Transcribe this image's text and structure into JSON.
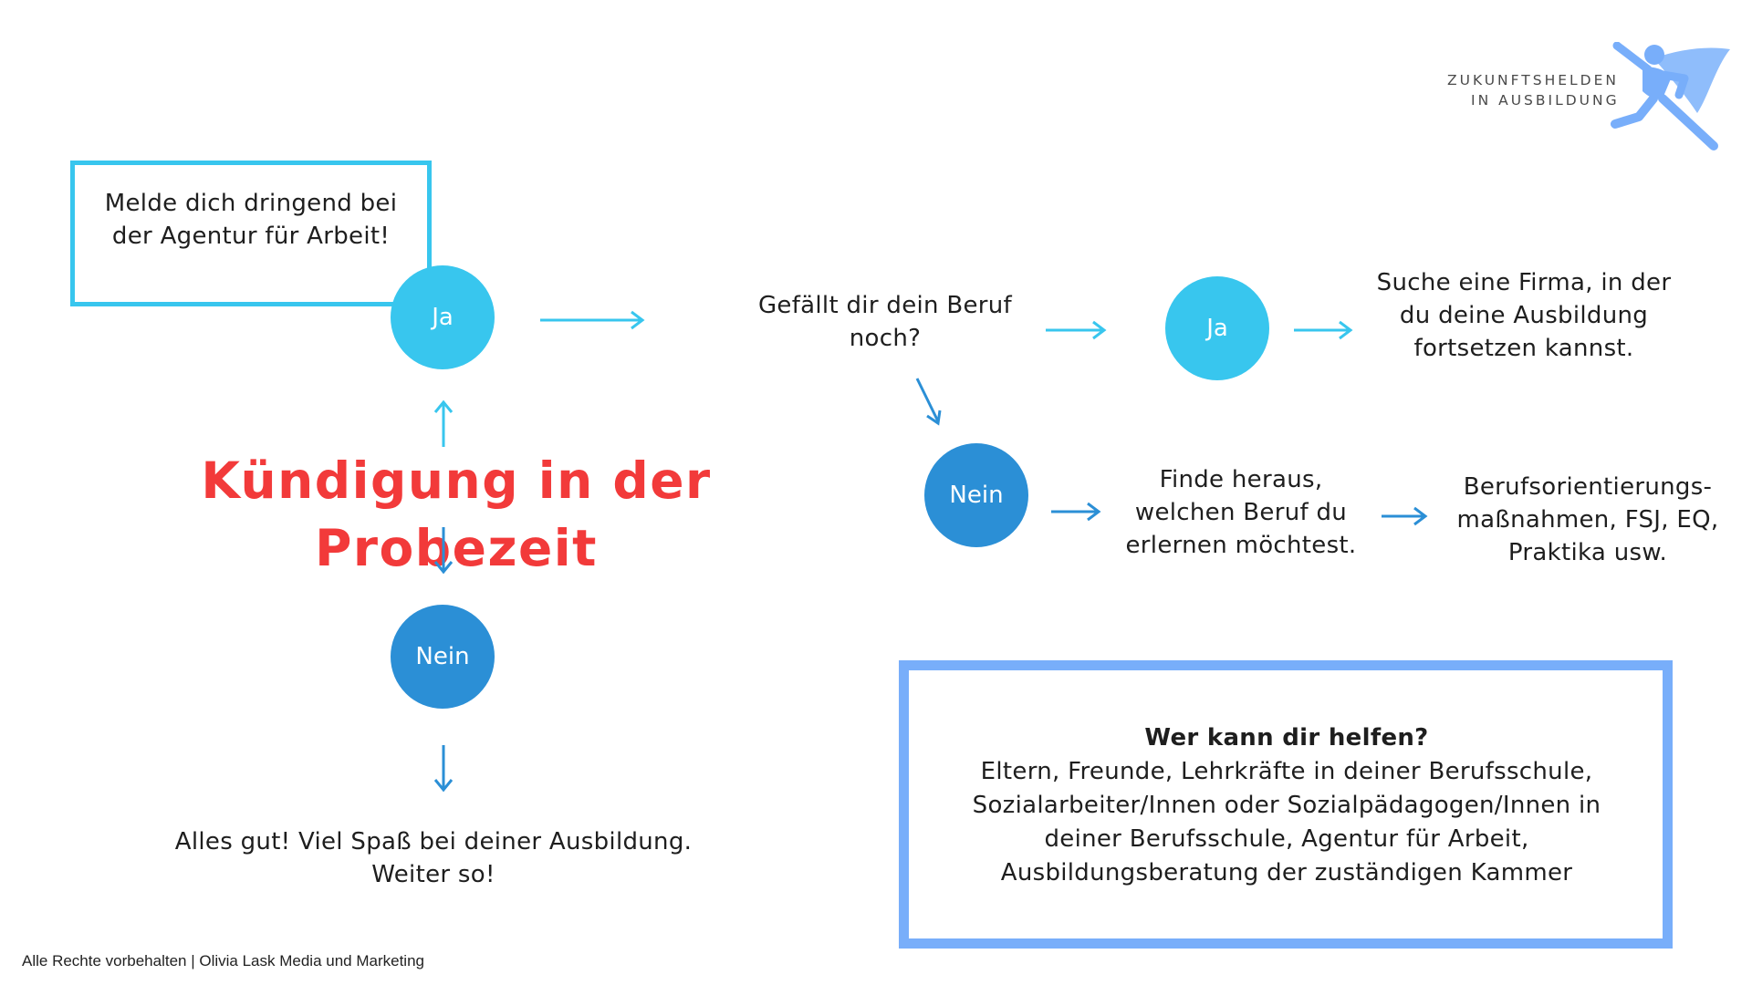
{
  "logo": {
    "line1": "ZUKUNFTSHELDEN",
    "line2": "IN AUSBILDUNG",
    "icon": "superhero-icon",
    "color": "#78aefa"
  },
  "title": "Kündigung in der Probezeit",
  "colors": {
    "ja": "#38c6ee",
    "nein": "#2b8fd6",
    "title": "#f23a3a",
    "help_border": "#78aefa"
  },
  "agentur_box": {
    "line1": "Melde dich dringend bei",
    "line2": "der Agentur für Arbeit!"
  },
  "left_ja": "Ja",
  "left_nein": "Nein",
  "alles_gut": {
    "line1": "Alles gut! Viel Spaß bei deiner Ausbildung.",
    "line2": "Weiter so!"
  },
  "question": {
    "line1": "Gefällt dir dein Beruf",
    "line2": "noch?"
  },
  "right_ja": "Ja",
  "right_nein": "Nein",
  "suche": {
    "line1": "Suche eine Firma, in der",
    "line2": "du deine Ausbildung",
    "line3": "fortsetzen kannst."
  },
  "finde": {
    "line1": "Finde heraus,",
    "line2": "welchen Beruf du",
    "line3": "erlernen möchtest."
  },
  "beruf": {
    "line1": "Berufsorientierungs-",
    "line2": "maßnahmen, FSJ, EQ,",
    "line3": "Praktika usw."
  },
  "help": {
    "heading": "Wer kann dir helfen?",
    "line1": "Eltern, Freunde, Lehrkräfte in deiner Berufsschule,",
    "line2": "Sozialarbeiter/Innen oder Sozialpädagogen/Innen in",
    "line3": "deiner Berufsschule, Agentur für Arbeit,",
    "line4": "Ausbildungsberatung der zuständigen Kammer"
  },
  "footer": "Alle Rechte vorbehalten | Olivia Lask Media und Marketing"
}
